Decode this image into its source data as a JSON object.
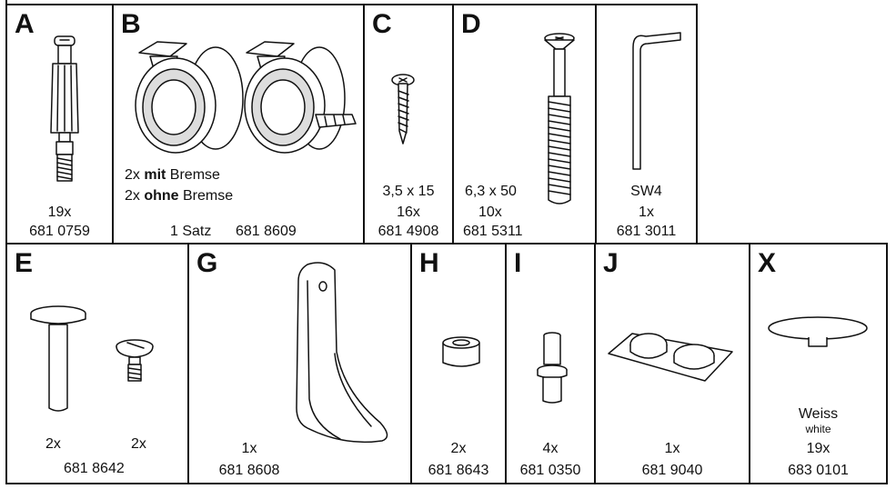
{
  "parts": {
    "A": {
      "letter": "A",
      "qty": "19x",
      "code": "681 0759"
    },
    "B": {
      "letter": "B",
      "line1_pre": "2x ",
      "line1_bold": "mit",
      "line1_post": " Bremse",
      "line2_pre": "2x ",
      "line2_bold": "ohne",
      "line2_post": " Bremse",
      "set": "1 Satz",
      "code": "681 8609"
    },
    "C": {
      "letter": "C",
      "size": "3,5 x 15",
      "qty": "16x",
      "code": "681 4908"
    },
    "D": {
      "letter": "D",
      "size": "6,3 x 50",
      "qty": "10x",
      "code": "681 5311"
    },
    "SW": {
      "size": "SW4",
      "qty": "1x",
      "code": "681 3011"
    },
    "E": {
      "letter": "E",
      "qty_left": "2x",
      "qty_right": "2x",
      "code": "681 8642"
    },
    "G": {
      "letter": "G",
      "qty": "1x",
      "code": "681 8608"
    },
    "H": {
      "letter": "H",
      "qty": "2x",
      "code": "681 8643"
    },
    "I": {
      "letter": "I",
      "qty": "4x",
      "code": "681 0350"
    },
    "J": {
      "letter": "J",
      "qty": "1x",
      "code": "681 9040"
    },
    "X": {
      "letter": "X",
      "color": "Weiss",
      "color_en": "white",
      "qty": "19x",
      "code": "683 0101"
    }
  }
}
